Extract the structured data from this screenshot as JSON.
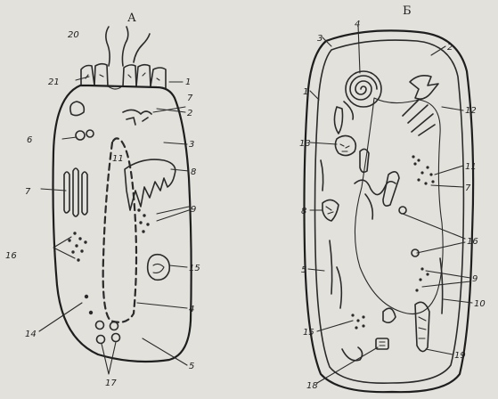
{
  "panel_a": {
    "letter": "А",
    "labels": {
      "l20": "20",
      "l21": "21",
      "l1": "1",
      "l7": "7",
      "l2": "2",
      "l6": "6",
      "l3": "3",
      "l11": "11",
      "l8": "8",
      "l7b": "7",
      "l9": "9",
      "l16": "16",
      "l15": "15",
      "l4": "4",
      "l14": "14",
      "l5": "5",
      "l17": "17"
    }
  },
  "panel_b": {
    "letter": "Б",
    "labels": {
      "l4": "4",
      "l3": "3",
      "l2": "2",
      "l1": "1",
      "l12": "12",
      "l13": "13",
      "l11": "11",
      "l7": "7",
      "l8": "8",
      "l16": "16",
      "l5": "5",
      "l9": "9",
      "l10": "10",
      "l15": "15",
      "l19": "19",
      "l18": "18"
    }
  }
}
